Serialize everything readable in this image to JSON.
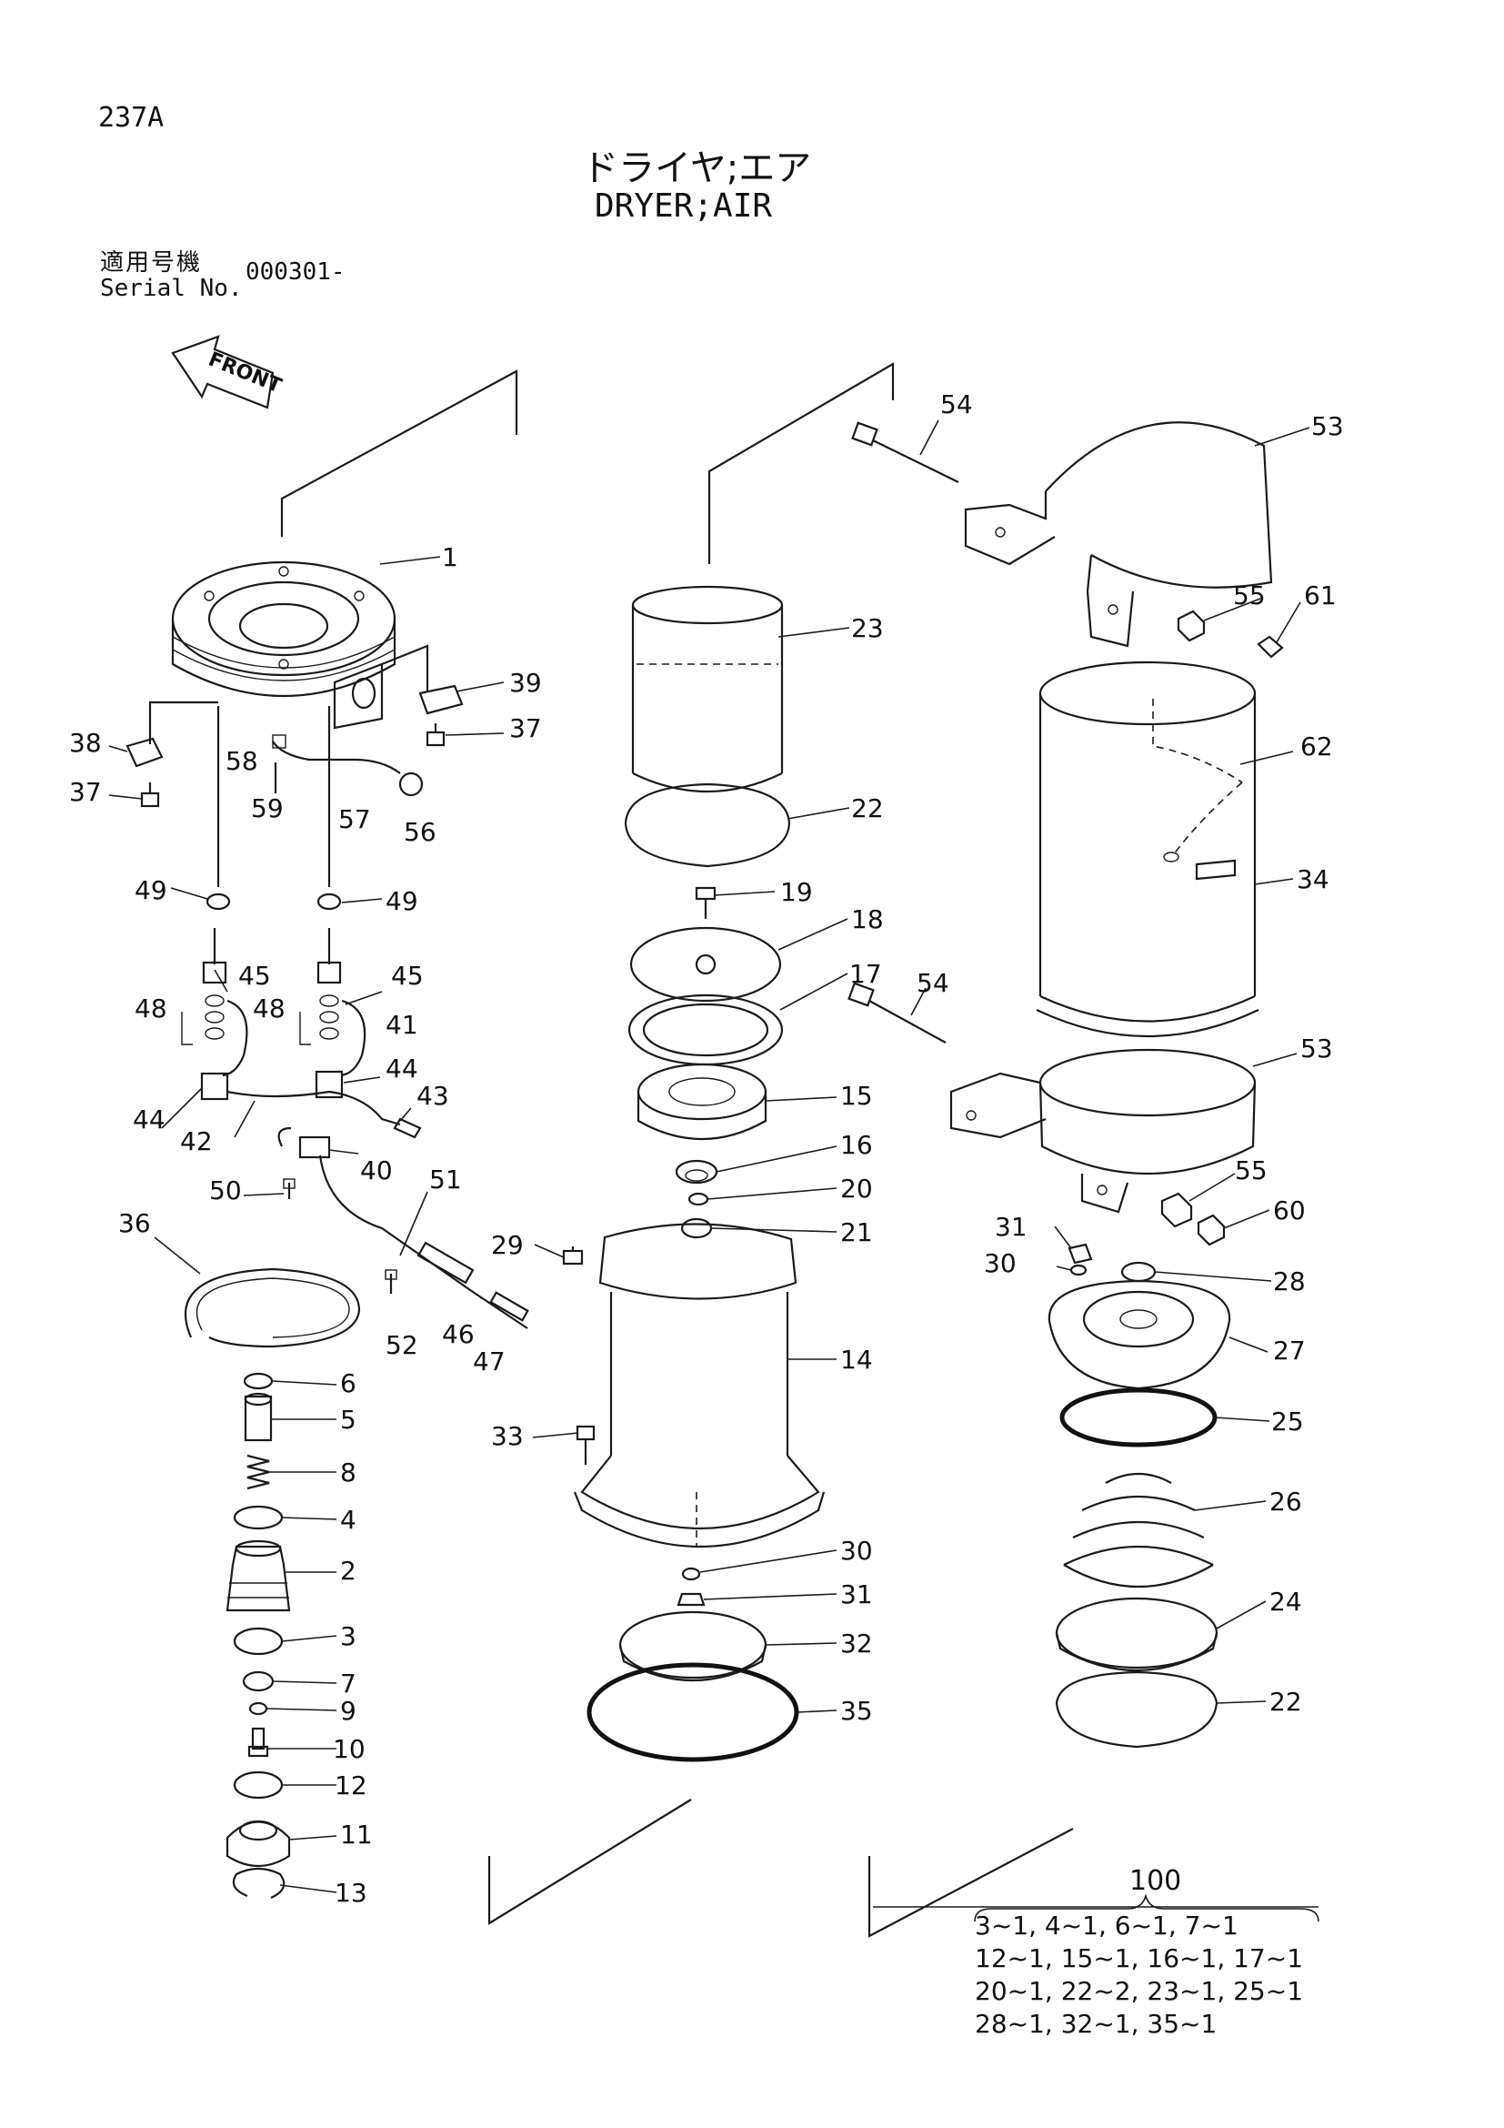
{
  "header": {
    "page_code": "237A",
    "title_jp": "ドライヤ;エア",
    "title_en": "DRYER;AIR",
    "serial_label_jp": "適用号機",
    "serial_label_en": "Serial No.",
    "serial_value": "000301-"
  },
  "front_indicator": "FRONT",
  "parts": [
    "1",
    "2",
    "3",
    "4",
    "5",
    "6",
    "7",
    "8",
    "9",
    "10",
    "11",
    "12",
    "13",
    "14",
    "15",
    "16",
    "17",
    "18",
    "19",
    "20",
    "21",
    "22",
    "22",
    "23",
    "24",
    "25",
    "26",
    "27",
    "28",
    "29",
    "30",
    "30",
    "31",
    "31",
    "32",
    "33",
    "34",
    "35",
    "36",
    "37",
    "37",
    "38",
    "39",
    "40",
    "41",
    "42",
    "43",
    "44",
    "44",
    "45",
    "45",
    "46",
    "47",
    "48",
    "48",
    "49",
    "49",
    "50",
    "51",
    "52",
    "53",
    "53",
    "54",
    "54",
    "55",
    "55",
    "56",
    "57",
    "58",
    "59",
    "60",
    "61",
    "62"
  ],
  "kit": {
    "number": "100",
    "lines": [
      "3~1,  4~1,  6~1,  7~1",
      "12~1, 15~1, 16~1, 17~1",
      "20~1, 22~2, 23~1, 25~1",
      "28~1, 32~1, 35~1"
    ]
  }
}
